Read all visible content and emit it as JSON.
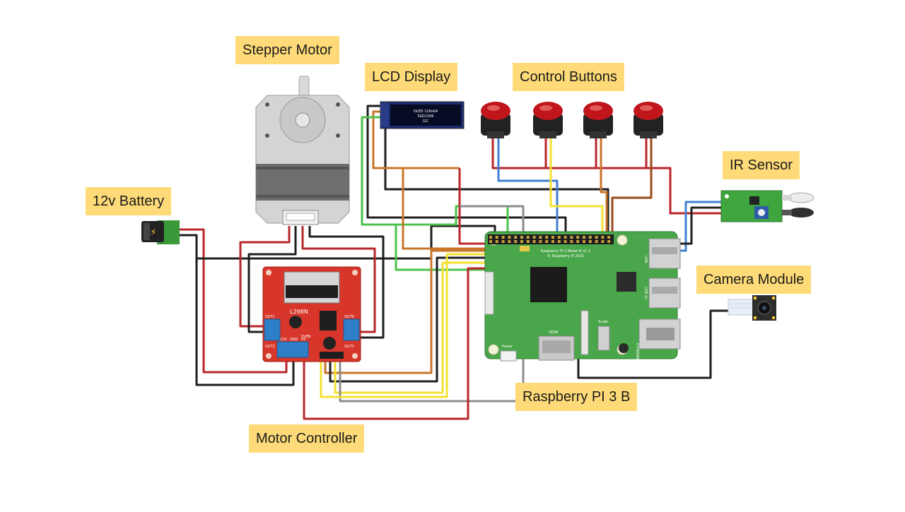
{
  "labels": {
    "stepper_motor": "Stepper Motor",
    "lcd_display": "LCD Display",
    "control_buttons": "Control Buttons",
    "ir_sensor": "IR Sensor",
    "battery": "12v Battery",
    "camera_module": "Camera Module",
    "raspberry_pi": "Raspberry PI 3 B",
    "motor_controller": "Motor Controller"
  },
  "board_text": {
    "lcd_line1": "OLED 128x64",
    "lcd_line2": "SSD1306",
    "lcd_line3": "I2C",
    "l298n": "L298N",
    "out1": "OUT1",
    "out2": "OUT2",
    "out3": "OUT3",
    "out4": "OUT4",
    "five_ven": "5VEN",
    "v12": "12V",
    "gnd": "GND",
    "v5": "5V",
    "rpi_title": "Raspberry Pi 3 Model B v1.2",
    "rpi_copy": "© Raspberry Pi 2015",
    "hdmi": "HDMI",
    "audio": "Audio",
    "power": "Power",
    "ethernet": "ETHERNET",
    "usb1": "USB",
    "usb2": "USB 2x"
  },
  "colors": {
    "label_bg": "#fedb78",
    "wire_red": "#b8262b",
    "wire_black": "#1e1e1e",
    "wire_orange": "#c8752a",
    "wire_yellow": "#f2e230",
    "wire_green": "#4cc24a",
    "wire_blue": "#3f7fd1",
    "wire_gray": "#8c8c8c",
    "wire_brown": "#9a4a1a",
    "pcb_green": "#4aa64a",
    "l298n_red": "#d8362a",
    "button_red": "#c0151b"
  }
}
